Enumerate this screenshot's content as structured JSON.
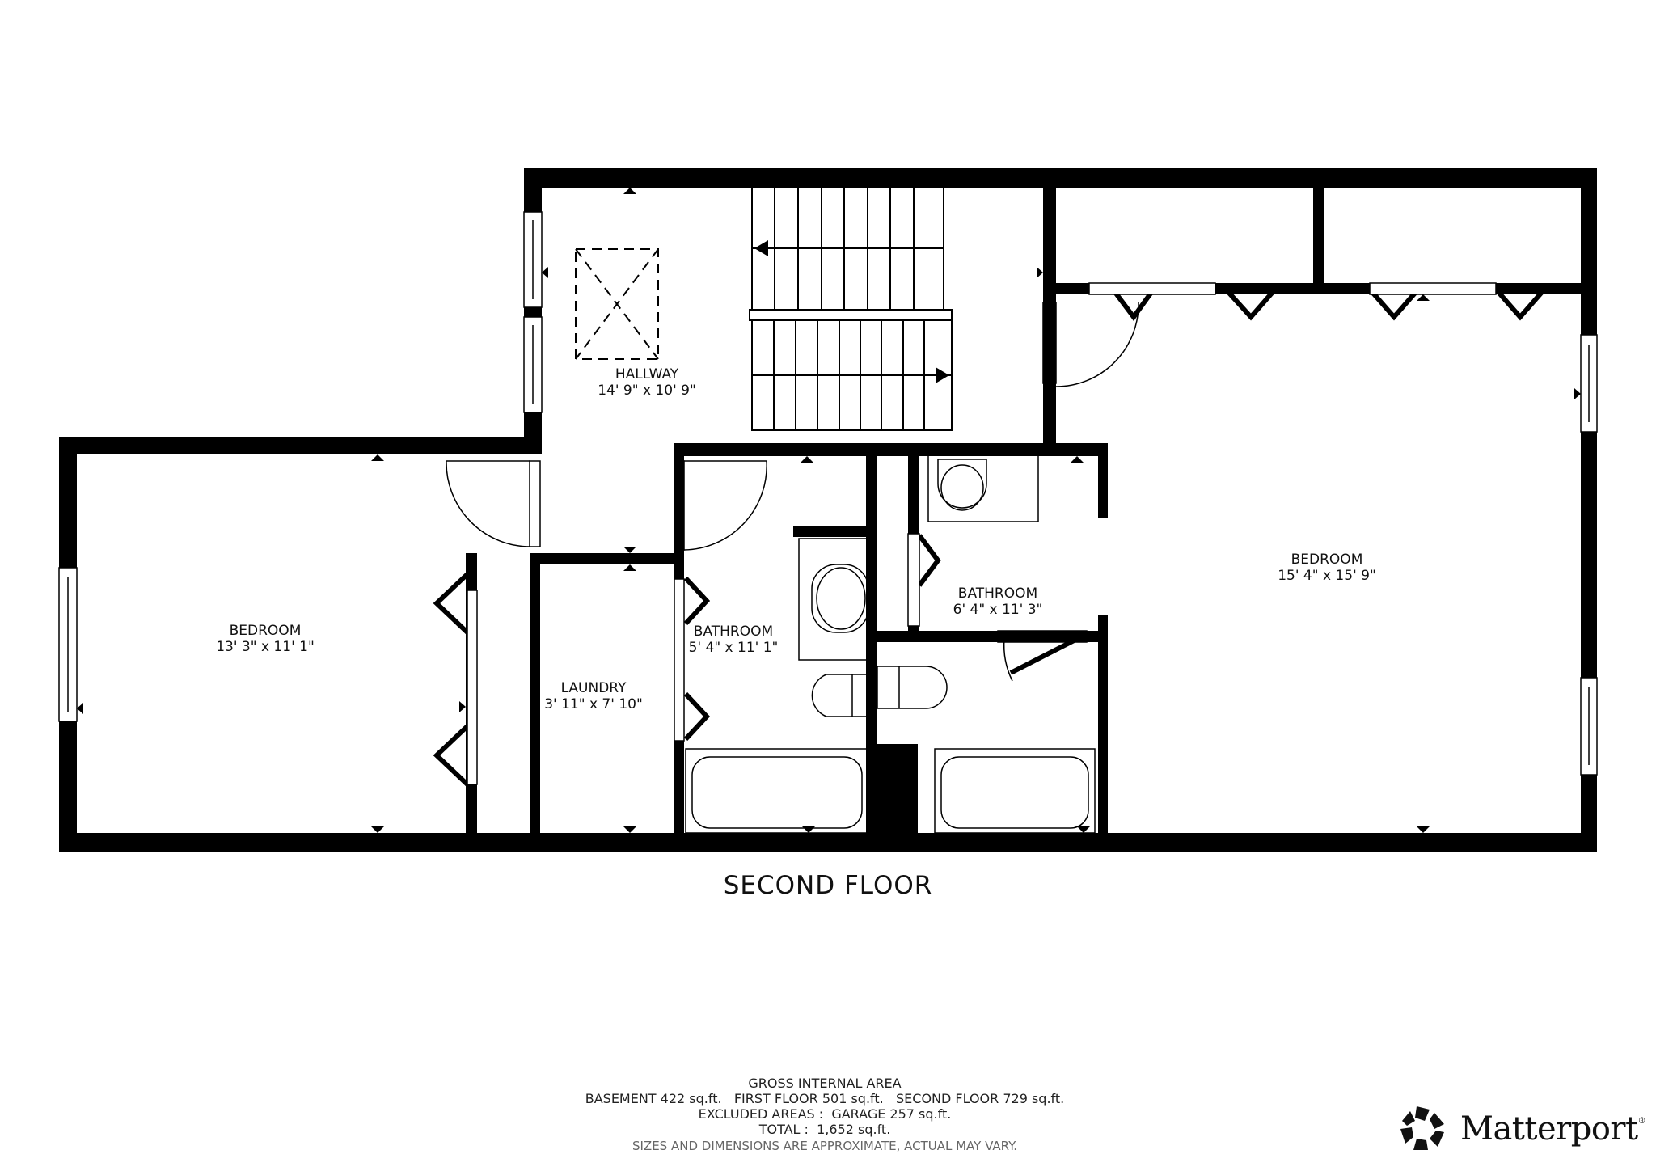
{
  "floor_title": "SECOND FLOOR",
  "rooms": [
    {
      "name": "HALLWAY",
      "dims": "14' 9\" x 10' 9\""
    },
    {
      "name": "BEDROOM",
      "dims": "13' 3\" x 11' 1\""
    },
    {
      "name": "LAUNDRY",
      "dims": "3' 11\" x 7' 10\""
    },
    {
      "name": "BATHROOM",
      "dims": "5' 4\" x 11' 1\""
    },
    {
      "name": "BATHROOM",
      "dims": "6' 4\" x 11' 3\""
    },
    {
      "name": "BEDROOM",
      "dims": "15' 4\" x 15' 9\""
    }
  ],
  "area_summary": {
    "heading": "GROSS INTERNAL AREA",
    "floors_line": "BASEMENT 422 sq.ft.   FIRST FLOOR 501 sq.ft.   SECOND FLOOR 729 sq.ft.",
    "excluded_line": "EXCLUDED AREAS :  GARAGE 257 sq.ft.",
    "total_line": "TOTAL :  1,652 sq.ft.",
    "disclaimer": "SIZES AND DIMENSIONS ARE APPROXIMATE, ACTUAL MAY VARY."
  },
  "brand": {
    "name": "Matterport",
    "mark": "®"
  },
  "colors": {
    "wall": "#000000",
    "line": "#000000",
    "background": "#ffffff",
    "disclaimer": "#666666"
  }
}
